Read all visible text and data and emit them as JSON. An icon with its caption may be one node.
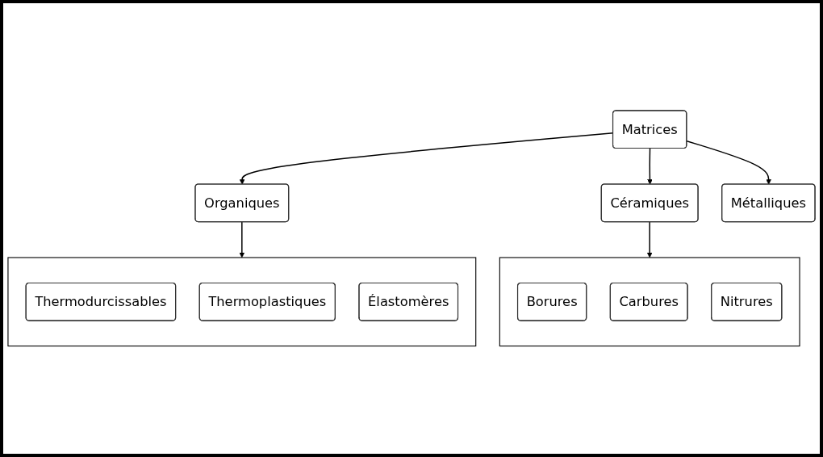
{
  "diagram": {
    "nodes": [
      {
        "text": [
          "Matrices"
        ]
      },
      {
        "text": [
          "Organiques"
        ]
      },
      {
        "text": [
          "Céramiques"
        ]
      },
      {
        "text": [
          "Métalliques"
        ]
      },
      {
        "text": [],
        "shape": "box"
      },
      {
        "text": [
          "Thermodurcissables"
        ],
        "in": 4
      },
      {
        "text": [
          "Thermoplastiques"
        ],
        "in": 4
      },
      {
        "text": [
          "Élastomères"
        ],
        "in": 4
      },
      {
        "text": [],
        "shape": "box"
      },
      {
        "text": [
          "Borures"
        ],
        "in": 8
      },
      {
        "text": [
          "Carbures"
        ],
        "in": 8
      },
      {
        "text": [
          "Nitrures"
        ],
        "in": 8
      }
    ],
    "edges": [
      {
        "from": 0,
        "to": 1,
        "arrow": "to"
      },
      {
        "from": 0,
        "to": 2,
        "arrow": "to"
      },
      {
        "from": 0,
        "to": 3,
        "arrow": "to"
      },
      {
        "from": 1,
        "to": 4,
        "arrow": "to"
      },
      {
        "from": 2,
        "to": 8,
        "arrow": "to"
      }
    ]
  }
}
